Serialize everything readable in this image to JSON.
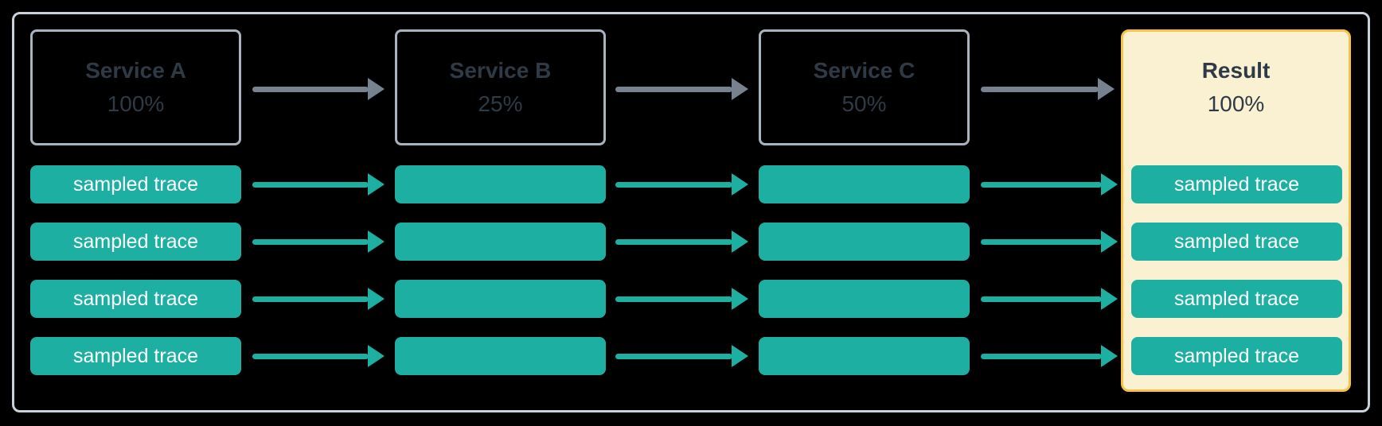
{
  "colors": {
    "background": "#000000",
    "outer_border": "#C9D2DA",
    "service_box_border": "#A9B3C0",
    "heading_text": "#2E3A46",
    "arrow_gray": "#76828F",
    "trace_teal": "#1DB0A2",
    "trace_text": "#FFFFFF",
    "result_panel_border": "#F6C343",
    "result_panel_bg": "#FAF0D2"
  },
  "diagram": {
    "columns": [
      {
        "title": "Service A",
        "percentage": "100%",
        "trace_labels": [
          "sampled trace",
          "sampled trace",
          "sampled trace",
          "sampled trace"
        ]
      },
      {
        "title": "Service B",
        "percentage": "25%",
        "trace_labels": [
          "",
          "",
          "",
          ""
        ]
      },
      {
        "title": "Service C",
        "percentage": "50%",
        "trace_labels": [
          "",
          "",
          "",
          ""
        ]
      },
      {
        "title": "Result",
        "percentage": "100%",
        "trace_labels": [
          "sampled trace",
          "sampled trace",
          "sampled trace",
          "sampled trace"
        ]
      }
    ]
  }
}
